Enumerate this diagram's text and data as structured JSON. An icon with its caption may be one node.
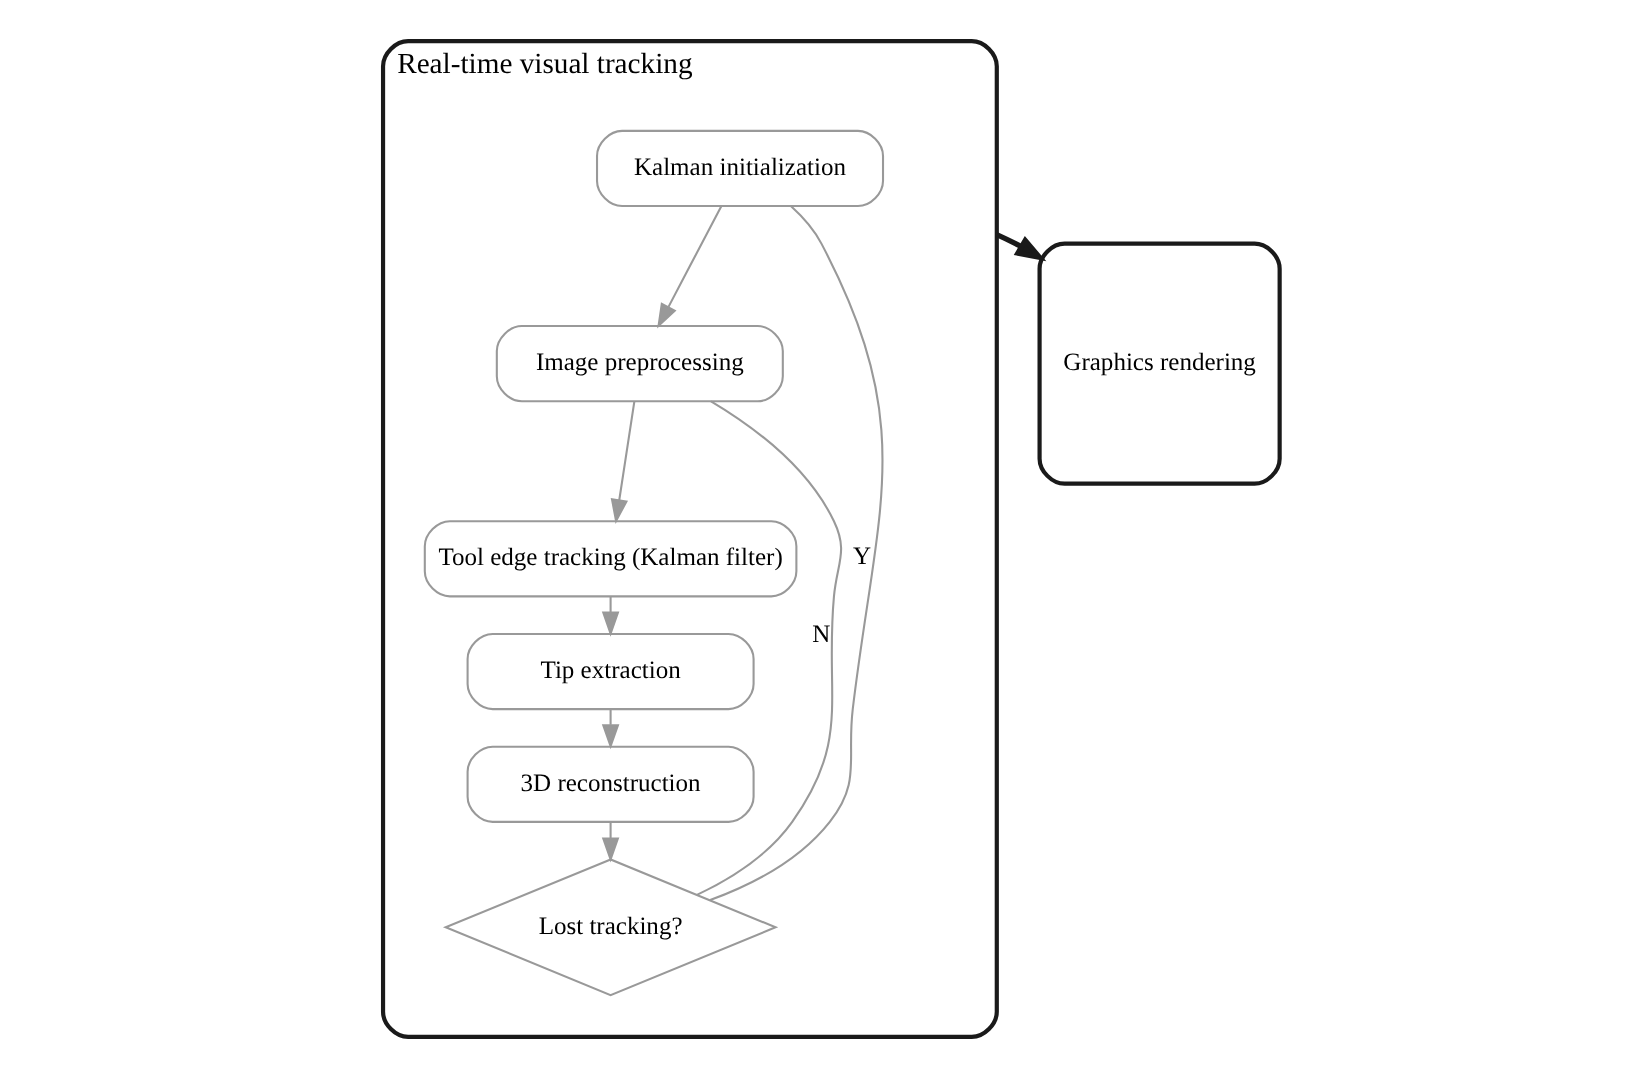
{
  "diagram": {
    "nodes": [
      {
        "text": [
          "Real-time visual tracking"
        ]
      },
      {
        "text": [
          "Kalman initialization"
        ],
        "in": 0
      },
      {
        "text": [
          "Image preprocessing"
        ],
        "in": 0
      },
      {
        "text": [
          "Tool edge tracking (Kalman filter)"
        ],
        "in": 0
      },
      {
        "text": [
          "Tip extraction"
        ],
        "in": 0
      },
      {
        "text": [
          "3D reconstruction"
        ],
        "in": 0
      },
      {
        "text": [
          "Lost tracking?"
        ],
        "in": 0
      },
      {
        "text": [
          "Graphics rendering"
        ]
      }
    ],
    "edges": [
      {
        "from": 1,
        "to": 2,
        "arrow": "to"
      },
      {
        "from": 2,
        "to": 3,
        "arrow": "to"
      },
      {
        "from": 3,
        "to": 4,
        "arrow": "to"
      },
      {
        "from": 4,
        "to": 5,
        "arrow": "to"
      },
      {
        "from": 5,
        "to": 6,
        "arrow": "to"
      },
      {
        "from": 6,
        "to": 2,
        "arrow": "none",
        "label": "N"
      },
      {
        "from": 6,
        "to": 1,
        "arrow": "none",
        "label": "Y"
      },
      {
        "from": 0,
        "to": 7,
        "arrow": "to",
        "style": "thick",
        "color": "#1a1a1a"
      }
    ]
  }
}
